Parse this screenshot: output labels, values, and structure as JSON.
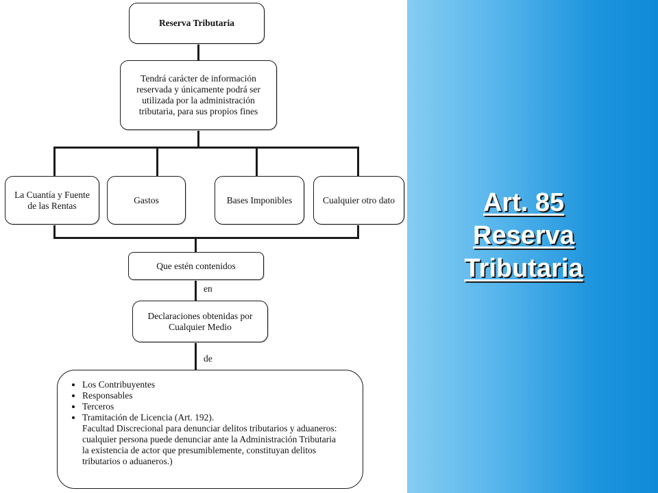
{
  "diagram": {
    "title": "Reserva Tributaria",
    "description_lines": [
      "Tendrá carácter de información",
      "reservada y únicamente podrá ser",
      "utilizada por la administración",
      "tributaria, para sus propios fines"
    ],
    "categories": [
      {
        "lines": [
          "La Cuantía y Fuente",
          "de las Rentas"
        ]
      },
      {
        "lines": [
          "Gastos"
        ]
      },
      {
        "lines": [
          "Bases Imponibles"
        ]
      },
      {
        "lines": [
          "Cualquier otro dato"
        ]
      }
    ],
    "contained": "Que estén contenidos",
    "label_en": "en",
    "declarations_lines": [
      "Declaraciones obtenidas por",
      "Cualquier Medio"
    ],
    "label_de": "de",
    "bullets": [
      "Los Contribuyentes",
      "Responsables",
      "Terceros",
      "Tramitación de Licencia (Art. 192)."
    ],
    "note_lines": [
      "Facultad Discrecional para denunciar delitos tributarios y aduaneros:",
      "cualquier persona puede denunciar ante la Administración Tributaria",
      "la existencia de actor que presumiblemente, constituyan delitos",
      "tributarios o aduaneros.)"
    ]
  },
  "side_title_lines": [
    "Art. 85",
    "Reserva",
    "Tributaria"
  ],
  "colors": {
    "panel_light": "#86cdf2",
    "panel_dark": "#0f8ad8",
    "line": "#1a1a1a"
  }
}
